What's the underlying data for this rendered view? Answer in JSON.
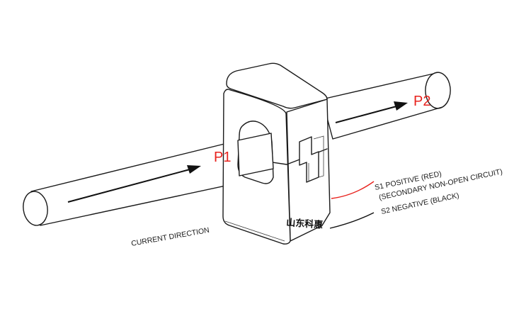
{
  "diagram": {
    "conductor_in_label": "P1",
    "conductor_out_label": "P2",
    "current_direction_label": "CURRENT DIRECTION",
    "brand_label": "山东科惠",
    "lead_s1_line1": "S1 POSITIVE (RED)",
    "lead_s1_line2": "(SECONDARY NON-OPEN CIRCUIT)",
    "lead_s2_label": "S2 NEGATIVE (BLACK)",
    "colors": {
      "label_red": "#e8231e",
      "lead_red": "#e8231e",
      "lead_black": "#111111",
      "line": "#1a1a1a"
    }
  }
}
